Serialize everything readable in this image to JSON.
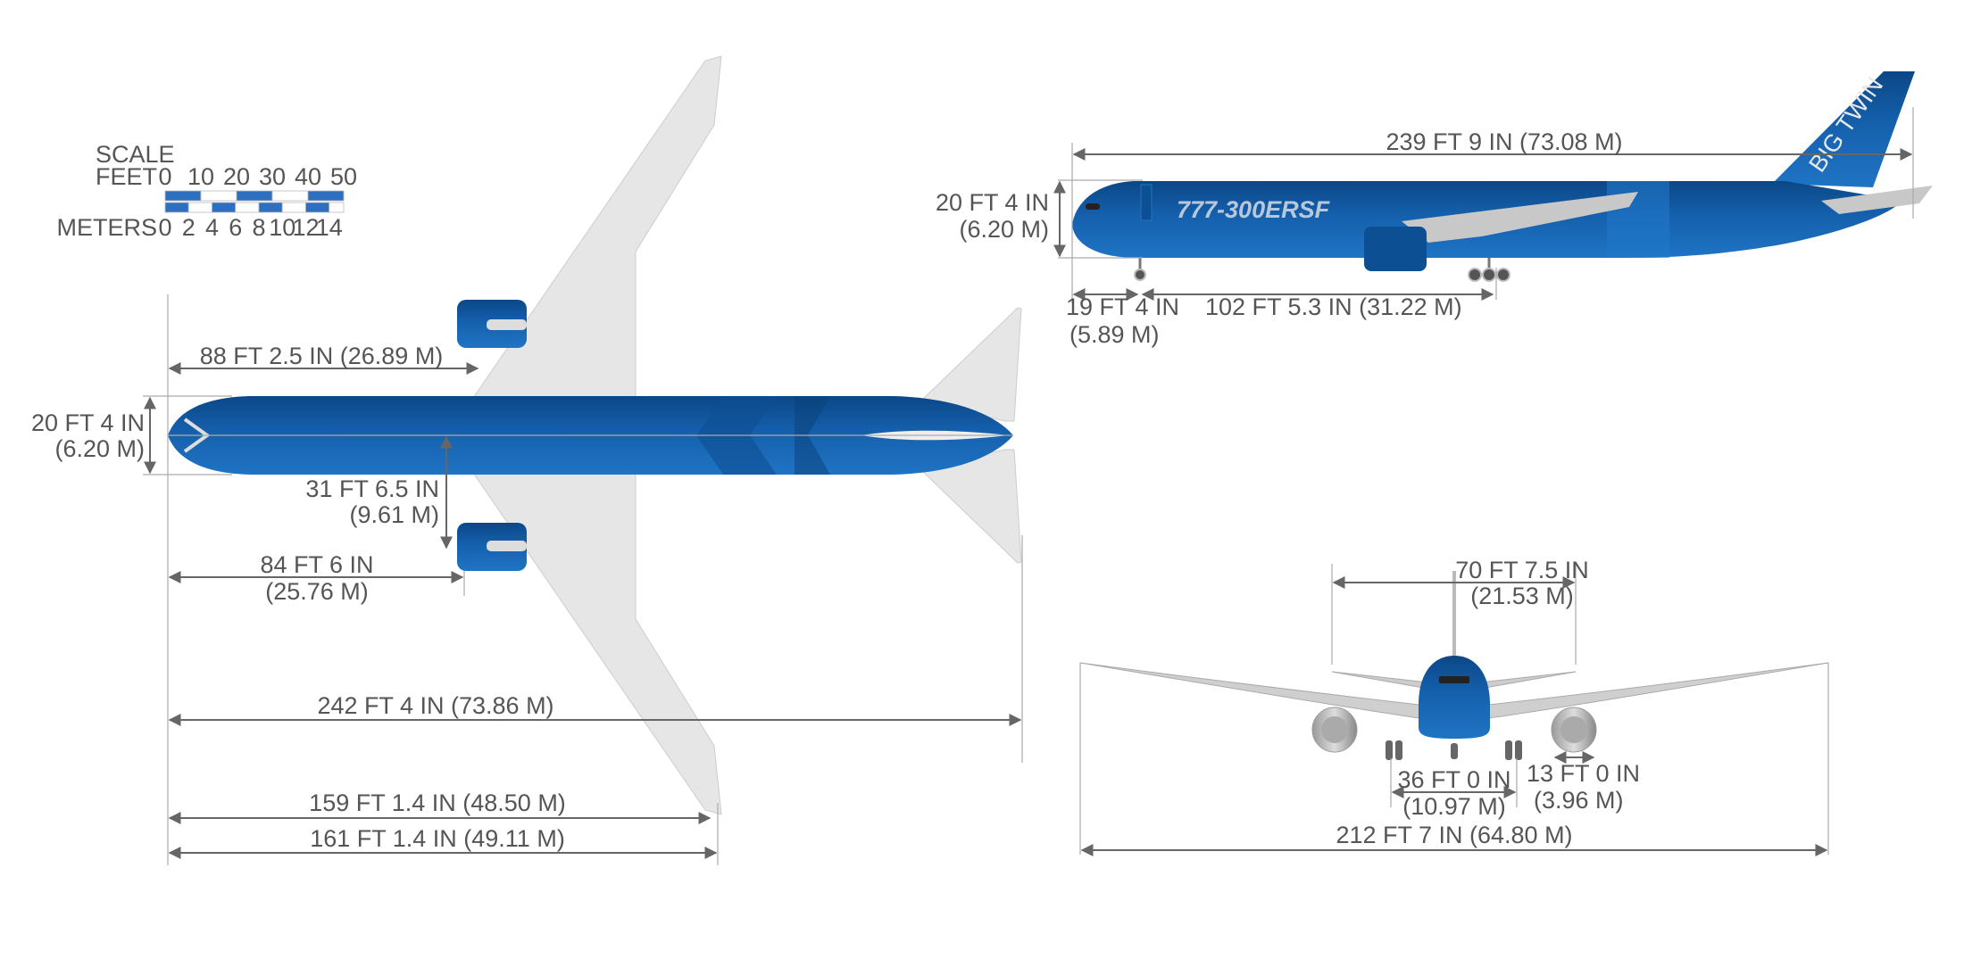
{
  "scale": {
    "title": "SCALE",
    "feet_label": "FEET",
    "feet_ticks": [
      "0",
      "10",
      "20",
      "30",
      "40",
      "50"
    ],
    "meters_label": "METERS",
    "meters_ticks": [
      "0",
      "2",
      "4",
      "6",
      "8",
      "10",
      "12",
      "14"
    ]
  },
  "top_view": {
    "wing_root_to_engine": "88 FT 2.5 IN (26.89 M)",
    "fuselage_width_ft": "20 FT 4 IN",
    "fuselage_width_m": "(6.20 M)",
    "engine_spacing_ft": "31 FT 6.5 IN",
    "engine_spacing_m": "(9.61 M)",
    "nose_to_engine_ft": "84 FT 6 IN",
    "nose_to_engine_m": "(25.76 M)",
    "overall_length": "242 FT 4 IN (73.86 M)",
    "nose_to_wingtip_1": "159 FT 1.4 IN (48.50 M)",
    "nose_to_wingtip_2": "161 FT 1.4 IN (49.11 M)"
  },
  "side_view": {
    "fuselage_length": "239 FT 9 IN (73.08 M)",
    "fuselage_height_ft": "20 FT 4 IN",
    "fuselage_height_m": "(6.20 M)",
    "nose_gear_ft": "19 FT 4 IN",
    "nose_gear_m": "(5.89 M)",
    "wheelbase": "102 FT 5.3 IN (31.22 M)",
    "model_livery": "777-300ERSF",
    "tail_livery": "BIG TWIN"
  },
  "front_view": {
    "stabilizer_span_ft": "70 FT 7.5 IN",
    "stabilizer_span_m": "(21.53 M)",
    "main_gear_track_ft": "36 FT 0 IN",
    "main_gear_track_m": "(10.97 M)",
    "engine_diameter_ft": "13 FT 0 IN",
    "engine_diameter_m": "(3.96 M)",
    "wingspan": "212 FT 7 IN (64.80 M)"
  },
  "colors": {
    "fuselage": "#1560ad",
    "fuselage_dark": "#0b4787",
    "wing": "#e4e4e4",
    "dimension": "#555555"
  }
}
